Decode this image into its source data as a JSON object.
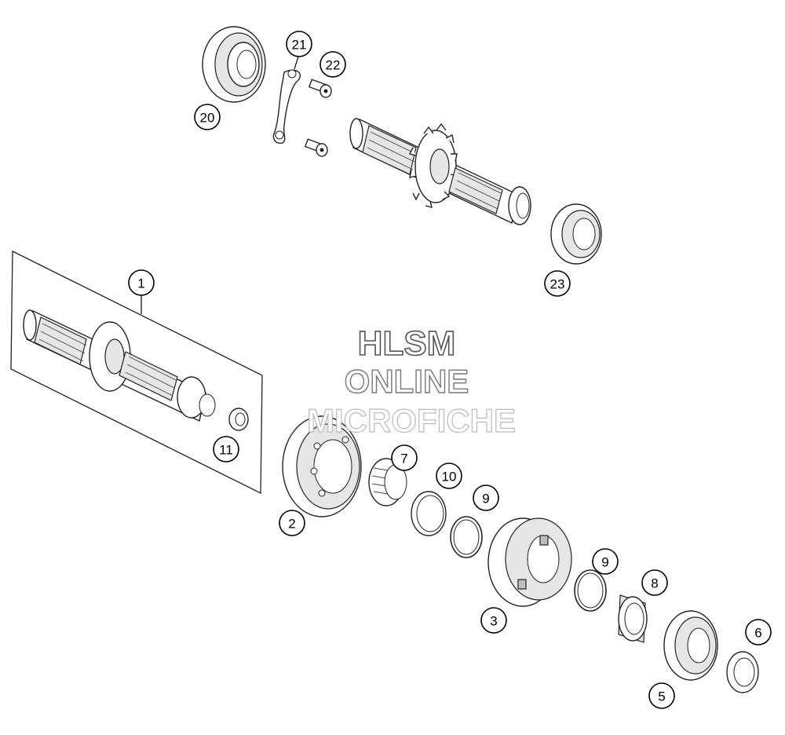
{
  "diagram": {
    "callouts": [
      {
        "id": "c1",
        "label": "1"
      },
      {
        "id": "c2",
        "label": "2"
      },
      {
        "id": "c3",
        "label": "3"
      },
      {
        "id": "c5",
        "label": "5"
      },
      {
        "id": "c6",
        "label": "6"
      },
      {
        "id": "c7",
        "label": "7"
      },
      {
        "id": "c8",
        "label": "8"
      },
      {
        "id": "c9a",
        "label": "9"
      },
      {
        "id": "c9b",
        "label": "9"
      },
      {
        "id": "c10",
        "label": "10"
      },
      {
        "id": "c11",
        "label": "11"
      },
      {
        "id": "c20",
        "label": "20"
      },
      {
        "id": "c21",
        "label": "21"
      },
      {
        "id": "c22",
        "label": "22"
      },
      {
        "id": "c23",
        "label": "23"
      }
    ]
  },
  "watermark": {
    "line1": "HLSM",
    "line2": "ONLINE",
    "line3": "MICROFICHE"
  }
}
